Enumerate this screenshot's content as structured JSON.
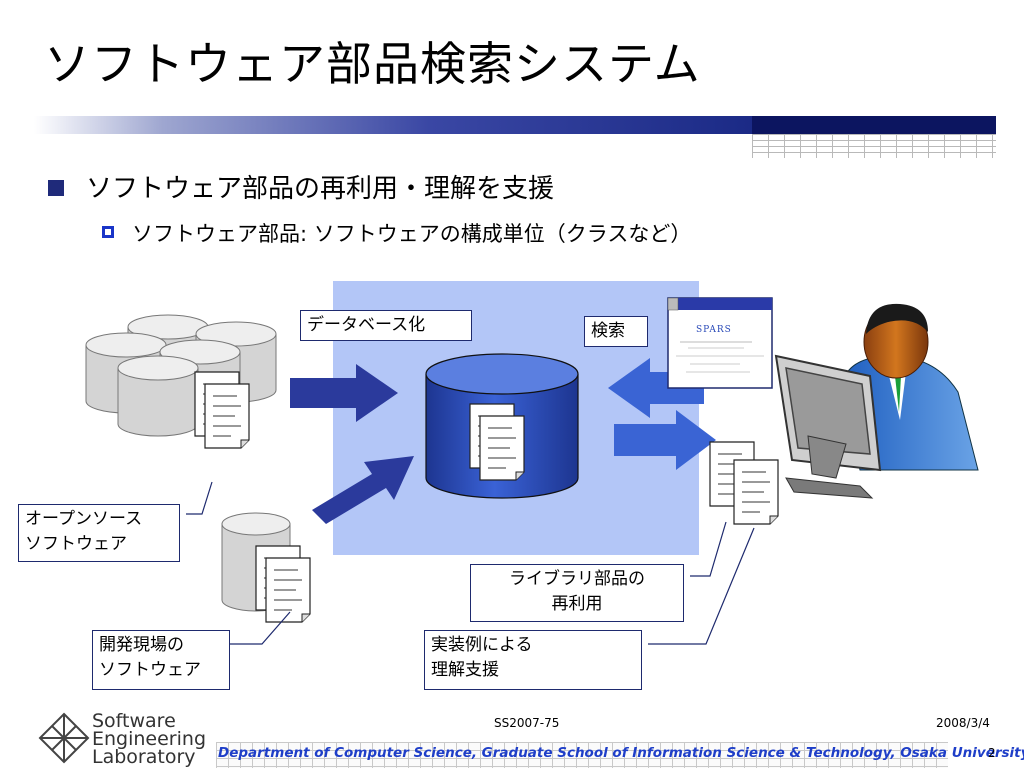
{
  "title": "ソフトウェア部品検索システム",
  "bullets": {
    "level1": "ソフトウェア部品の再利用・理解を支援",
    "level2": "ソフトウェア部品: ソフトウェアの構成単位（クラスなど）"
  },
  "diagram": {
    "label_database": "データベース化",
    "label_search": "検索",
    "label_open_source": [
      "オープンソース",
      "ソフトウェア"
    ],
    "label_dev_site": [
      "開発現場の",
      "ソフトウェア"
    ],
    "label_library_reuse": [
      "ライブラリ部品の",
      "再利用"
    ],
    "label_understanding": [
      "実装例による",
      "理解支援"
    ],
    "spars_logo": "SPARS"
  },
  "footer": {
    "event": "SS2007-75",
    "date": "2008/3/4",
    "page": "2",
    "department": "Department of Computer Science, Graduate School of Information Science & Technology, Osaka University",
    "lab_lines": [
      "Software",
      "Engineering",
      "Laboratory"
    ]
  },
  "colors": {
    "title_bar_dark": "#0c1560",
    "panel": "#b3c6f7",
    "arrow": "#2b3a9c",
    "arrow_bright": "#3a64d4",
    "footer_text": "#1e3ec8"
  }
}
